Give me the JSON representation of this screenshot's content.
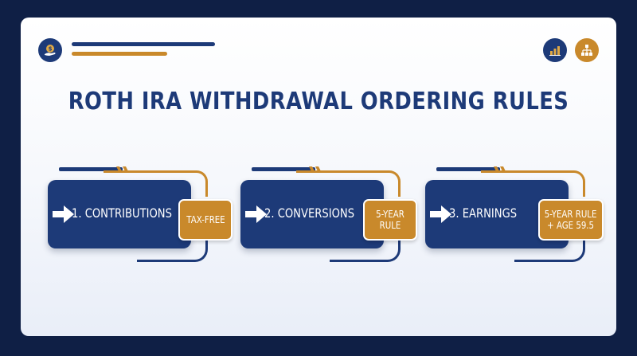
{
  "header": {
    "logo_icon": "dollar-hand-icon",
    "right_icons": [
      "bar-chart-icon",
      "hierarchy-icon"
    ]
  },
  "title": "ROTH IRA WITHDRAWAL ORDERING RULES",
  "steps": [
    {
      "label": "1. CONTRIBUTIONS",
      "badge_line1": "TAX-FREE",
      "badge_line2": ""
    },
    {
      "label": "2. CONVERSIONS",
      "badge_line1": "5-YEAR",
      "badge_line2": "RULE"
    },
    {
      "label": "3. EARNINGS",
      "badge_line1": "5-YEAR RULE",
      "badge_line2": "+ AGE 59.5"
    }
  ],
  "colors": {
    "navy": "#1d3a78",
    "gold": "#c9892b",
    "background": "#0f1f45"
  }
}
